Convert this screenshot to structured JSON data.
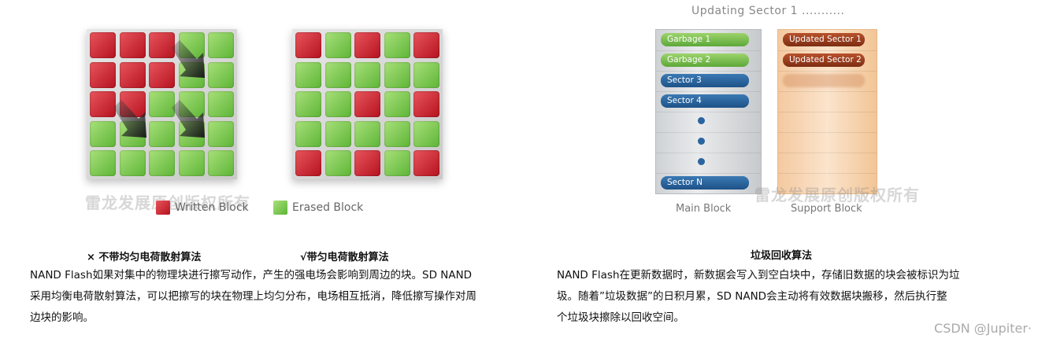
{
  "left_figure": {
    "grid_without": [
      "r",
      "r",
      "r",
      "g",
      "g",
      "r",
      "r",
      "r",
      "g",
      "g",
      "r",
      "r",
      "g",
      "g",
      "g",
      "g",
      "g",
      "g",
      "g",
      "g",
      "g",
      "g",
      "g",
      "g",
      "g"
    ],
    "grid_with": [
      "r",
      "g",
      "r",
      "g",
      "r",
      "g",
      "g",
      "g",
      "g",
      "g",
      "g",
      "g",
      "r",
      "g",
      "r",
      "g",
      "g",
      "g",
      "g",
      "g",
      "r",
      "g",
      "r",
      "g",
      "r"
    ],
    "legend_written": "Written Block",
    "legend_erased": "Erased Block",
    "watermark": "雷龙发展原创版权所有",
    "colors": {
      "written": "#c8202b",
      "erased": "#7cc54f"
    }
  },
  "captions": {
    "without": "× 不带均匀电荷散射算法",
    "with": "√带匀电荷散射算法",
    "garbage": "垃圾回收算法"
  },
  "paragraphs": {
    "left": [
      "NAND Flash如果对集中的物理块进行擦写动作，产生的强电场会影响到周边的块。SD NAND",
      "采用均衡电荷散射算法，可以把擦写的块在物理上均匀分布，电场相互抵消，降低擦写操作对周",
      "边块的影响。"
    ],
    "right": [
      "NAND Flash在更新数据时，新数据会写入到空白块中，存储旧数据的块会被标识为垃",
      "圾。随着”垃圾数据”的日积月累，SD NAND会主动将有效数据块搬移，然后执行整",
      "个垃圾块擦除以回收空间。"
    ]
  },
  "right_figure": {
    "updating": "Updating Sector 1 ...........",
    "main_items": [
      "Garbage 1",
      "Garbage 2",
      "Sector 3",
      "Sector 4",
      "Sector N"
    ],
    "support_items": [
      "Updated Sector 1",
      "Updated Sector 2"
    ],
    "main_label": "Main Block",
    "support_label": "Support Block",
    "watermark": "雷龙发展原创版权所有"
  },
  "credit": "CSDN @Jupiter·"
}
